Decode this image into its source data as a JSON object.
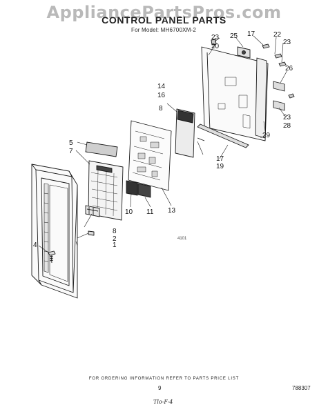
{
  "header": {
    "watermark": "AppliancePartsPros.com",
    "title": "CONTROL PANEL PARTS",
    "model_line": "For Model: MH6700XM-2"
  },
  "callouts": {
    "c1": "1",
    "c2": "2",
    "c4": "4",
    "c5": "5",
    "c7": "7",
    "c8a": "8",
    "c8b": "8",
    "c10": "10",
    "c11": "11",
    "c13": "13",
    "c14": "14",
    "c16": "16",
    "c17a": "17",
    "c17b": "17",
    "c19": "19",
    "c20": "20",
    "c22": "22",
    "c23a": "23",
    "c23b": "23",
    "c23c": "23",
    "c25": "25",
    "c26": "26",
    "c28": "28",
    "c29": "29"
  },
  "small_mark": "4101",
  "footer": {
    "ordering_note": "FOR ORDERING INFORMATION REFER TO PARTS PRICE LIST",
    "page_number": "9",
    "document_number": "788307",
    "signature": "Tlo-F-4"
  }
}
